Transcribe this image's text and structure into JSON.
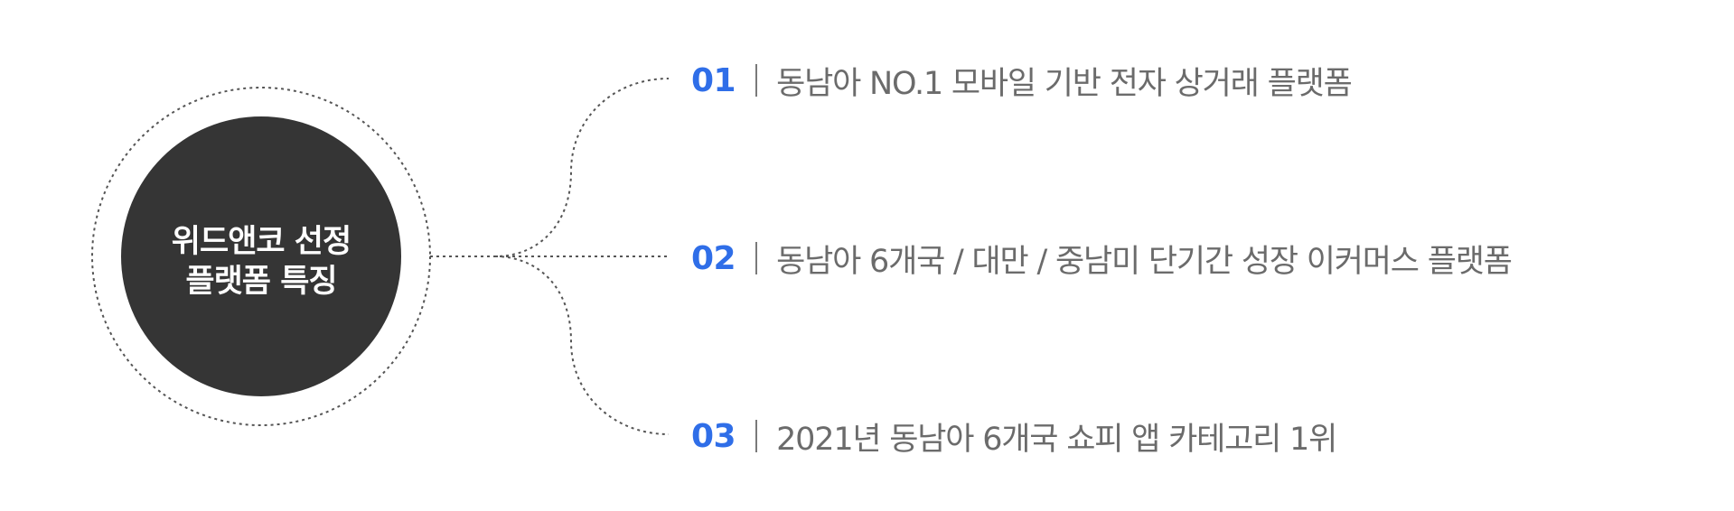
{
  "center": {
    "title_line1": "위드앤코 선정",
    "title_line2": "플랫폼 특징"
  },
  "features": [
    {
      "number": "01",
      "text": "동남아 NO.1 모바일 기반 전자 상거래 플랫폼"
    },
    {
      "number": "02",
      "text": "동남아 6개국 / 대만 / 중남미 단기간 성장 이커머스 플랫폼"
    },
    {
      "number": "03",
      "text": "2021년 동남아 6개국 쇼피 앱 카테고리 1위"
    }
  ],
  "colors": {
    "accent": "#2f6ee8",
    "circle_fill": "#353535",
    "connector": "#555555",
    "text": "#6b6b6b"
  }
}
